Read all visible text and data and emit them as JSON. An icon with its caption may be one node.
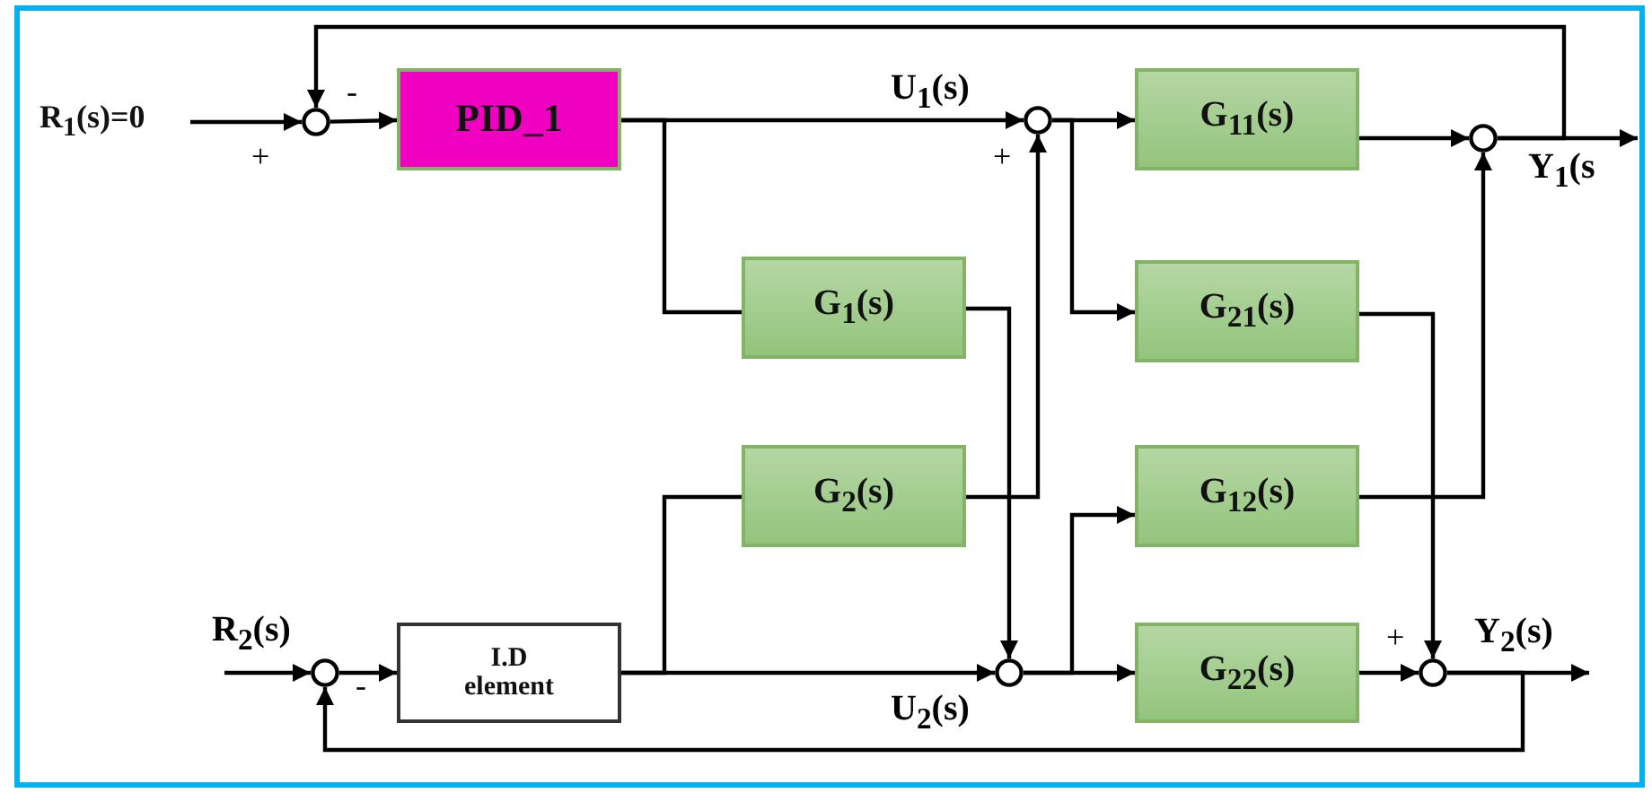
{
  "diagram": {
    "nodes": [
      {
        "text": [
          "R$_{1}$(s)=0"
        ]
      },
      {
        "text": [],
        "shape": "circle"
      },
      {
        "text": [
          "PID_1"
        ]
      },
      {
        "text": [],
        "shape": "circle"
      },
      {
        "text": [
          "G$_{11}$(s)"
        ]
      },
      {
        "text": [],
        "shape": "circle"
      },
      {
        "text": [
          "G$_{1}$(s)"
        ]
      },
      {
        "text": [
          "G$_{21}$(s)"
        ]
      },
      {
        "text": [
          "G$_{2}$(s)"
        ]
      },
      {
        "text": [
          "G$_{12}$(s)"
        ]
      },
      {
        "text": [],
        "shape": "circle"
      },
      {
        "text": [
          "I.D element"
        ]
      },
      {
        "text": [],
        "shape": "circle"
      },
      {
        "text": [
          "G$_{22}$(s)"
        ]
      },
      {
        "text": [],
        "shape": "circle"
      }
    ],
    "edges": [
      {
        "from": 0,
        "to": 1,
        "arrow": "to"
      },
      {
        "from": 1,
        "to": 2,
        "arrow": "to"
      },
      {
        "from": 2,
        "to": 3,
        "arrow": "to",
        "label": "U$_{1}$(s)"
      },
      {
        "from": 2,
        "to": 6,
        "arrow": "none"
      },
      {
        "from": 6,
        "to": 12,
        "arrow": "to"
      },
      {
        "from": null,
        "to": 10,
        "arrow": "to",
        "label": "R$_{2}$(s)"
      },
      {
        "from": 10,
        "to": 11,
        "arrow": "to"
      },
      {
        "from": 11,
        "to": 12,
        "arrow": "to",
        "label": "U$_{2}$(s)"
      },
      {
        "from": 11,
        "to": 8,
        "arrow": "none"
      },
      {
        "from": 8,
        "to": 3,
        "arrow": "to"
      },
      {
        "from": 3,
        "to": 4,
        "arrow": "to"
      },
      {
        "from": 3,
        "to": 7,
        "arrow": "to"
      },
      {
        "from": 12,
        "to": 13,
        "arrow": "to"
      },
      {
        "from": 12,
        "to": 9,
        "arrow": "to"
      },
      {
        "from": 4,
        "to": 5,
        "arrow": "to"
      },
      {
        "from": 7,
        "to": 14,
        "arrow": "to"
      },
      {
        "from": 9,
        "to": 5,
        "arrow": "to"
      },
      {
        "from": 13,
        "to": 14,
        "arrow": "to"
      },
      {
        "from": 5,
        "to": null,
        "arrow": "to",
        "label": "Y$_{1}$(s"
      },
      {
        "from": 14,
        "to": null,
        "arrow": "to",
        "label": "Y$_{2}$(s)"
      },
      {
        "from": 5,
        "to": 1,
        "arrow": "to"
      },
      {
        "from": 14,
        "to": 10,
        "arrow": "to"
      }
    ],
    "labels": [
      "-",
      "+",
      "+",
      "+",
      "-"
    ]
  }
}
